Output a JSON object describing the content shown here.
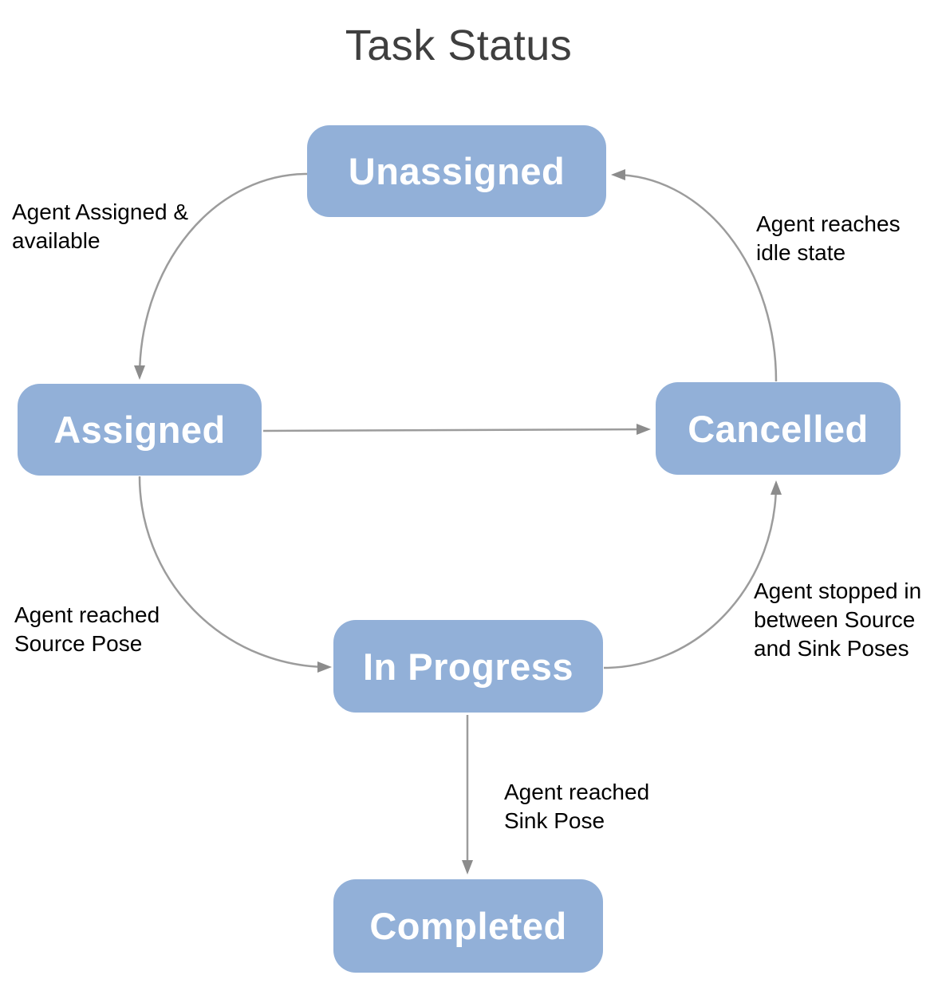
{
  "title": "Task Status",
  "diagram_type": "state-machine",
  "colors": {
    "node_fill": "#92b0d8",
    "node_text": "#ffffff",
    "arrow_stroke": "#9c9c9c",
    "arrowhead_fill": "#8c8c8c",
    "label_text": "#000000",
    "title_text": "#3f3f3f",
    "background": "#ffffff"
  },
  "nodes": {
    "unassigned": {
      "label": "Unassigned"
    },
    "assigned": {
      "label": "Assigned"
    },
    "cancelled": {
      "label": "Cancelled"
    },
    "in_progress": {
      "label": "In Progress"
    },
    "completed": {
      "label": "Completed"
    }
  },
  "edges": [
    {
      "from": "Unassigned",
      "to": "Assigned",
      "label": "Agent Assigned & available"
    },
    {
      "from": "Cancelled",
      "to": "Unassigned",
      "label": "Agent reaches idle state"
    },
    {
      "from": "Assigned",
      "to": "Cancelled",
      "label": ""
    },
    {
      "from": "Assigned",
      "to": "In Progress",
      "label": "Agent reached Source Pose"
    },
    {
      "from": "In Progress",
      "to": "Cancelled",
      "label": "Agent stopped in between Source and Sink Poses"
    },
    {
      "from": "In Progress",
      "to": "Completed",
      "label": "Agent reached Sink Pose"
    }
  ]
}
